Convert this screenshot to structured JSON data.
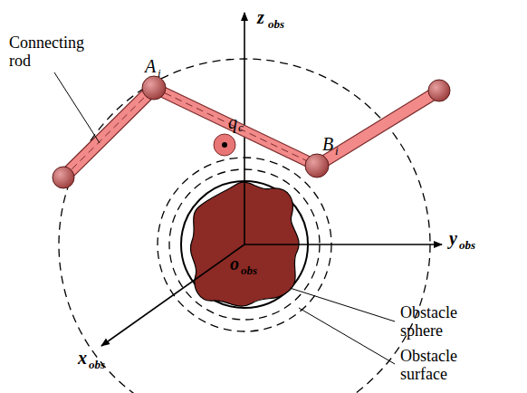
{
  "diagram": {
    "labels": [
      "z",
      "obs",
      "y",
      "obs",
      "x",
      "obs",
      "o",
      "obs",
      "A",
      "i",
      "B",
      "i",
      "q",
      "c",
      "Connecting rod",
      "Obstacle sphere",
      "Obstacle surface"
    ]
  }
}
